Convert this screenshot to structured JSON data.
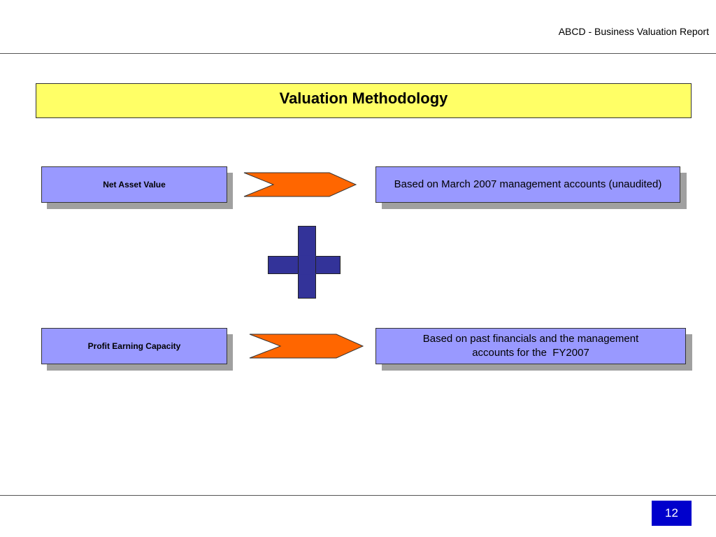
{
  "header": {
    "title": "ABCD - Business Valuation Report"
  },
  "slide": {
    "title": "Valuation Methodology"
  },
  "methods": [
    {
      "name": "Net Asset Value",
      "basis": "Based on March 2007 management accounts (unaudited)"
    },
    {
      "name": "Profit Earning Capacity",
      "basis": "Based on past financials and the management accounts for the  FY2007"
    }
  ],
  "footer": {
    "page_number": "12"
  },
  "colors": {
    "banner": "#ffff66",
    "box": "#9999ff",
    "arrow": "#ff6600",
    "plus": "#333399",
    "page_badge": "#0000cc"
  },
  "icons": {
    "arrow": "chevron-arrow-icon",
    "combine": "plus-icon"
  }
}
